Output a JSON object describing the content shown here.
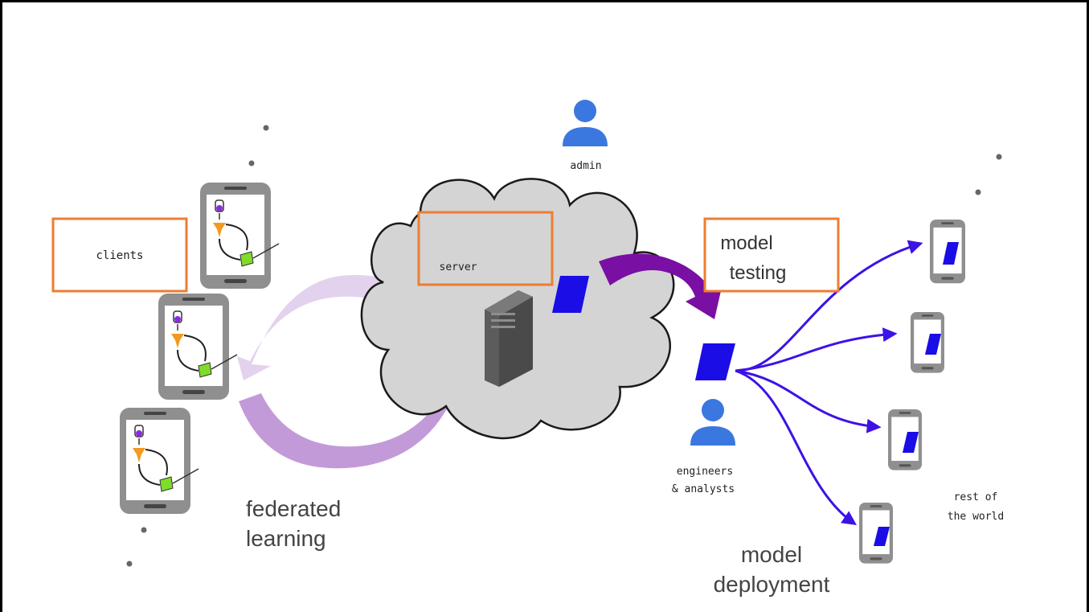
{
  "labels": {
    "clients": "clients",
    "server": "server",
    "admin": "admin",
    "model_testing_line1": "model",
    "model_testing_line2": "testing",
    "federated_line1": "federated",
    "federated_line2": "learning",
    "engineers_line1": "engineers",
    "engineers_line2": "& analysts",
    "deployment_line1": "model",
    "deployment_line2": "deployment",
    "world_line1": "rest of",
    "world_line2": "the world"
  },
  "colors": {
    "highlight_box": "#ee7d31",
    "cloud_fill": "#d4d4d4",
    "cloud_stroke": "#1a1a1a",
    "deploy_arrow": "#3d12e6",
    "model_testing_arrow": "#7a0fa3",
    "fl_arrow_light": "#e3d2ee",
    "fl_arrow_dark": "#c39ad8",
    "person_icon": "#3a78e0",
    "model_tile": "#1a0de6",
    "phone_body": "#8f8f8f",
    "server_body": "#5c5c5c"
  },
  "icons": {
    "admin": "person-icon",
    "engineers": "person-icon",
    "server": "server-rack-icon",
    "client_device": "phone-icon",
    "model": "model-tile-icon"
  }
}
